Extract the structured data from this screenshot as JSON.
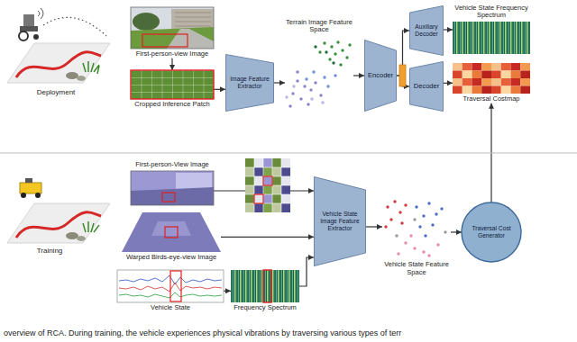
{
  "diagram": {
    "caption": "overview of RCA. During training, the vehicle experiences physical vibrations by traversing various types of terr",
    "nodes": [
      {
        "text": [
          "First-person-view Image"
        ]
      },
      {
        "text": [
          "Cropped Inference Patch"
        ]
      },
      {
        "text": [
          "Image Feature Extractor"
        ]
      },
      {
        "text": [
          "Terrain Image Feature Space"
        ]
      },
      {
        "text": [
          "Encoder"
        ]
      },
      {
        "text": [
          "Auxiliary Decoder"
        ]
      },
      {
        "text": [
          "Decoder"
        ]
      },
      {
        "text": [
          "Vehicle State Frequency Spectrum"
        ]
      },
      {
        "text": [
          "Traversal Costmap"
        ]
      },
      {
        "text": [
          "First-person-View Image"
        ]
      },
      {
        "text": [
          "Warped Birds-eye-view Image"
        ]
      },
      {
        "text": [
          "Vehicle State"
        ]
      },
      {
        "text": [
          "Frequency Spectrum"
        ]
      },
      {
        "text": [
          "Vehicle State Image Feature Extractor"
        ]
      },
      {
        "text": [
          "Vehicle State Feature Space"
        ]
      },
      {
        "text": [
          "Traversal Cost Generator"
        ]
      }
    ],
    "edges": [
      {
        "from": 0,
        "to": 1,
        "arrow": "to"
      },
      {
        "from": 1,
        "to": 2,
        "arrow": "to"
      },
      {
        "from": 2,
        "to": 3,
        "arrow": "to"
      },
      {
        "from": 3,
        "to": 4,
        "arrow": "to"
      },
      {
        "from": 4,
        "to": 5,
        "arrow": "to"
      },
      {
        "from": 4,
        "to": 6,
        "arrow": "to"
      },
      {
        "from": 5,
        "to": 7,
        "arrow": "to"
      },
      {
        "from": 6,
        "to": 8,
        "arrow": "to"
      },
      {
        "from": 9,
        "to": 13,
        "arrow": "to"
      },
      {
        "from": 10,
        "to": 13,
        "arrow": "to"
      },
      {
        "from": 11,
        "to": 12,
        "arrow": "to"
      },
      {
        "from": 12,
        "to": 13,
        "arrow": "to"
      },
      {
        "from": 13,
        "to": 14,
        "arrow": "to"
      },
      {
        "from": 14,
        "to": 15,
        "arrow": "to"
      },
      {
        "from": 15,
        "to": 8,
        "arrow": "to"
      }
    ],
    "labels": [
      "Deployment",
      "Training"
    ]
  }
}
